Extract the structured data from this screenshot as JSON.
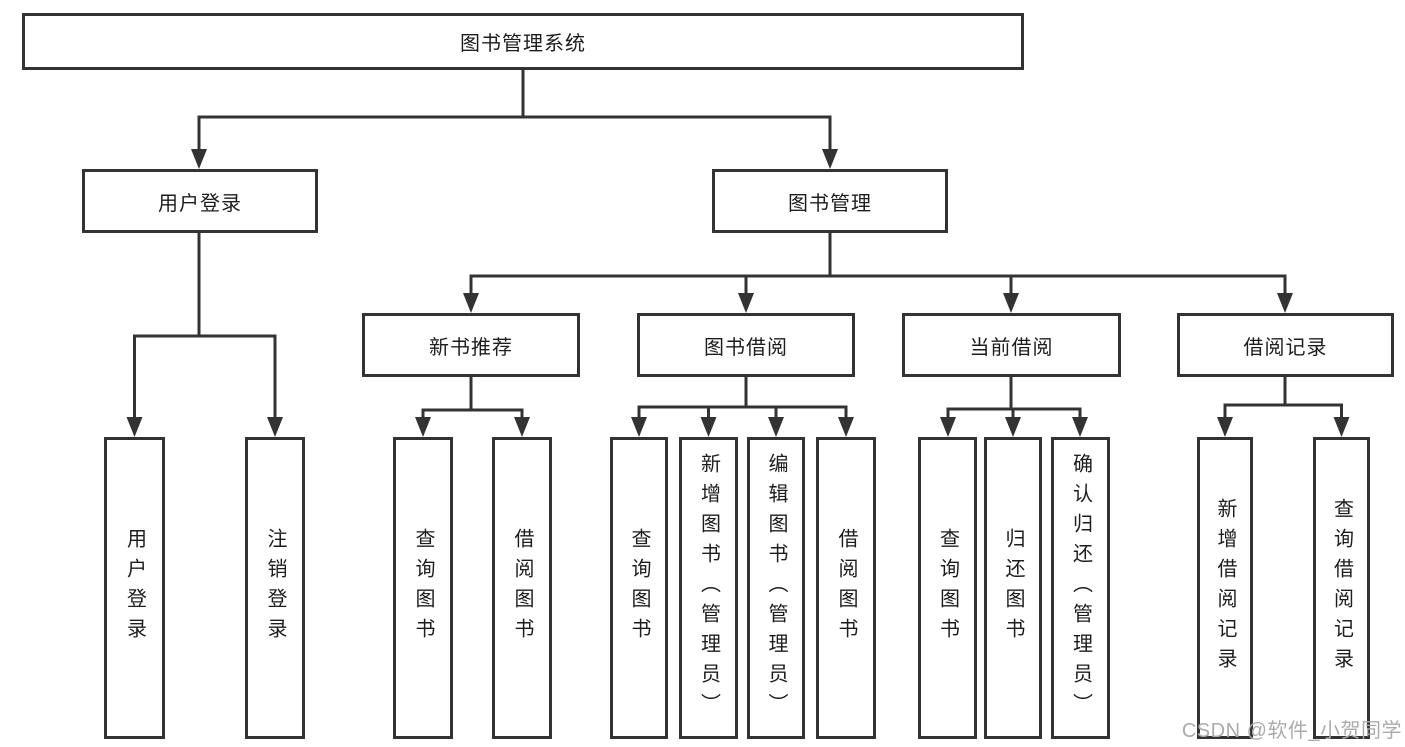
{
  "tree": {
    "root": {
      "label": "图书管理系统"
    },
    "branches": [
      {
        "label": "用户登录",
        "children": [
          {
            "label": "用户登录"
          },
          {
            "label": "注销登录"
          }
        ]
      },
      {
        "label": "图书管理",
        "children": [
          {
            "label": "新书推荐",
            "children": [
              {
                "label": "查询图书"
              },
              {
                "label": "借阅图书"
              }
            ]
          },
          {
            "label": "图书借阅",
            "children": [
              {
                "label": "查询图书"
              },
              {
                "label": "新增图书（管理员）"
              },
              {
                "label": "编辑图书（管理员）"
              },
              {
                "label": "借阅图书"
              }
            ]
          },
          {
            "label": "当前借阅",
            "children": [
              {
                "label": "查询图书"
              },
              {
                "label": "归还图书"
              },
              {
                "label": "确认归还（管理员）"
              }
            ]
          },
          {
            "label": "借阅记录",
            "children": [
              {
                "label": "新增借阅记录"
              },
              {
                "label": "查询借阅记录"
              }
            ]
          }
        ]
      }
    ]
  },
  "watermark": {
    "text": "CSDN @软件_小贺同学"
  },
  "colors": {
    "line": "#333333",
    "text": "#1d1d1d",
    "background": "#ffffff",
    "watermark": "#ababab"
  }
}
